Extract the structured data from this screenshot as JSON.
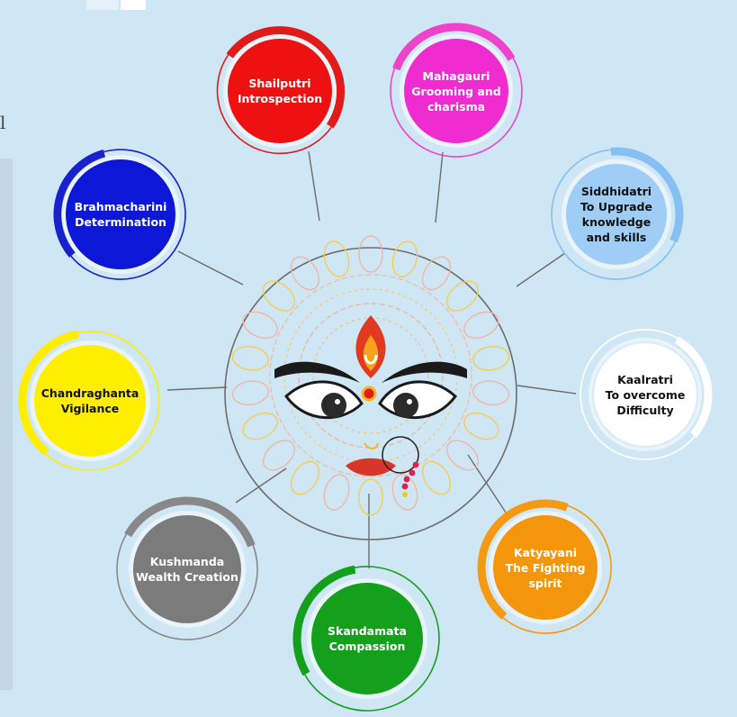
{
  "page": {
    "left_fragment": "l"
  },
  "nodes": [
    {
      "id": "shailputri",
      "lines": [
        "Shailputri",
        "Introspection"
      ],
      "color": "#ee1111",
      "ring": "#e11a1a",
      "text_color": "#ffffff"
    },
    {
      "id": "mahagauri",
      "lines": [
        "Mahagauri",
        "Grooming and",
        "charisma"
      ],
      "color": "#ee2ccf",
      "ring": "#ee44cc",
      "text_color": "#ffffff"
    },
    {
      "id": "siddhidatri",
      "lines": [
        "Siddhidatri",
        "To Upgrade",
        "knowledge",
        "and skills"
      ],
      "color": "#9fcdf6",
      "ring": "#86c0f2",
      "text_color": "#111111"
    },
    {
      "id": "kaalratri",
      "lines": [
        "Kaalratri",
        "To overcome",
        "Difficulty"
      ],
      "color": "#ffffff",
      "ring": "#ffffff",
      "text_color": "#111111"
    },
    {
      "id": "katyayani",
      "lines": [
        "Katyayani",
        "The Fighting",
        "spirit"
      ],
      "color": "#f4960c",
      "ring": "#f49a12",
      "text_color": "#ffffff"
    },
    {
      "id": "skandamata",
      "lines": [
        "Skandamata",
        "Compassion"
      ],
      "color": "#14a01c",
      "ring": "#14a01c",
      "text_color": "#ffffff"
    },
    {
      "id": "kushmanda",
      "lines": [
        "Kushmanda",
        "Wealth Creation"
      ],
      "color": "#7b7b7b",
      "ring": "#888888",
      "text_color": "#ffffff"
    },
    {
      "id": "chandraghanta",
      "lines": [
        "Chandraghanta",
        "Vigilance"
      ],
      "color": "#ffee00",
      "ring": "#ffee00",
      "text_color": "#111111"
    },
    {
      "id": "brahmacharini",
      "lines": [
        "Brahmacharini",
        "Determination"
      ],
      "color": "#0d18d6",
      "ring": "#1722cc",
      "text_color": "#ffffff"
    }
  ],
  "center": {
    "motif": "durga-face"
  }
}
